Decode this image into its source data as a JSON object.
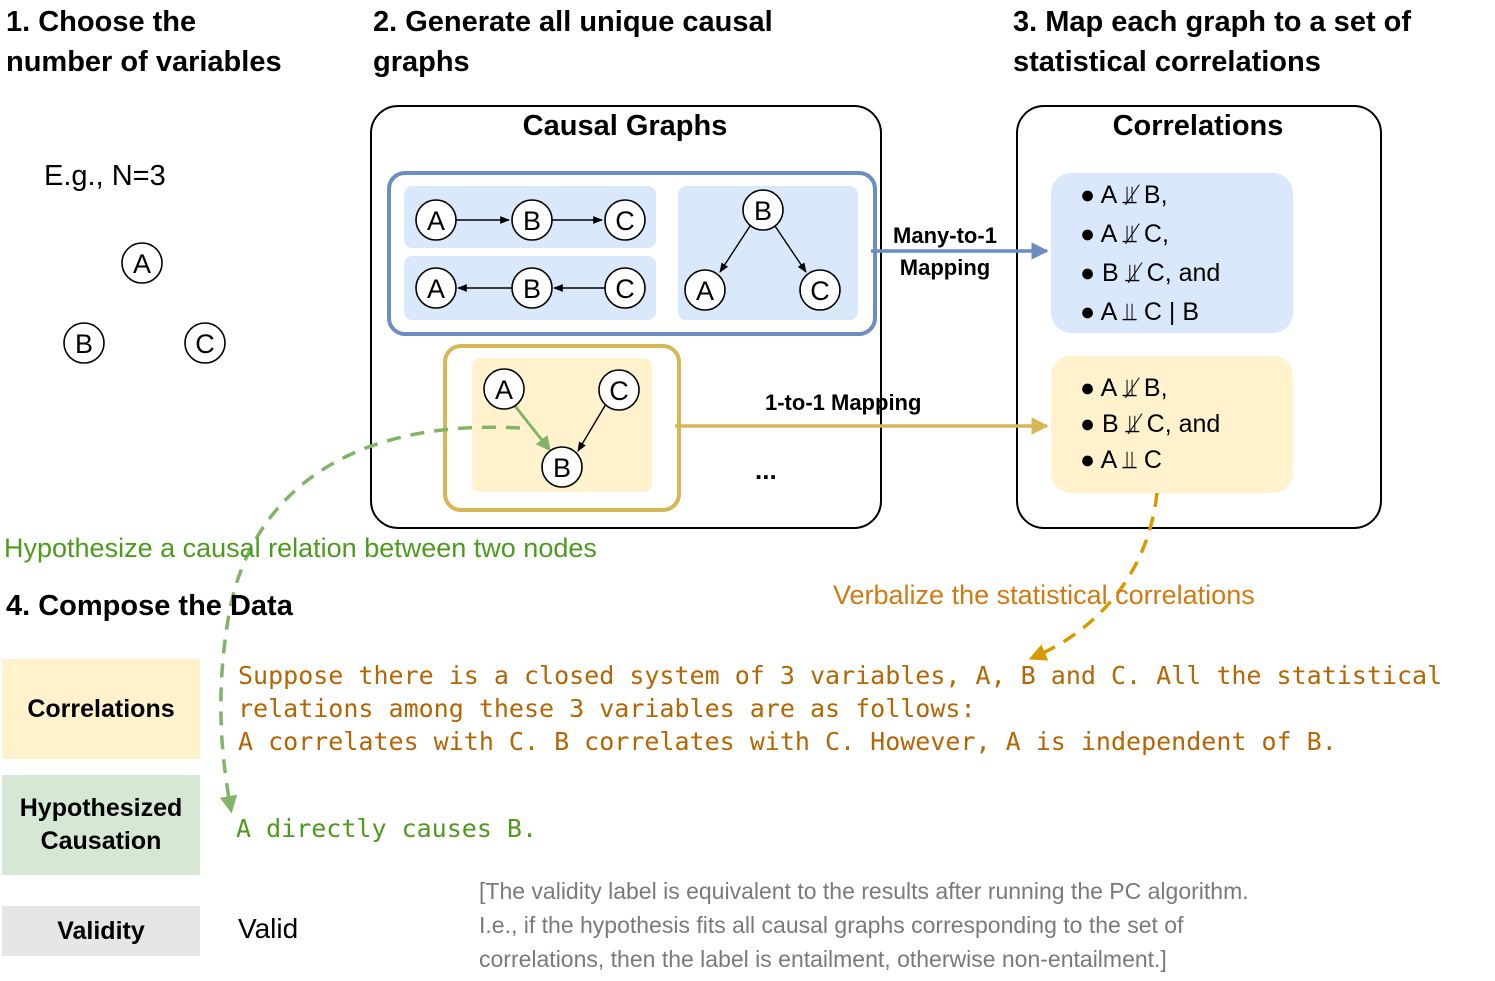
{
  "steps": {
    "s1_line1": "1. Choose the",
    "s1_line2": "number of variables",
    "s2_line1": "2. Generate all unique causal",
    "s2_line2": "graphs",
    "s3_line1": "3. Map each graph to a set of",
    "s3_line2": "statistical correlations",
    "s4": "4. Compose the Data"
  },
  "example": "E.g., N=3",
  "nodes": {
    "a": "A",
    "b": "B",
    "c": "C"
  },
  "causal_box": {
    "title": "Causal Graphs",
    "ellipsis": "..."
  },
  "correlations_box": {
    "title": "Correlations",
    "blue": [
      "● A ⫫̸ B,",
      "● A ⫫̸ C,",
      "● B ⫫̸ C, and",
      "● A ⫫ C | B"
    ],
    "yellow": [
      "● A ⫫̸ B,",
      "● B ⫫̸ C, and",
      "● A ⫫ C"
    ]
  },
  "mappings": {
    "many_line1": "Many-to-1",
    "many_line2": "Mapping",
    "one": "1-to-1 Mapping"
  },
  "annotations": {
    "hypothesize": "Hypothesize a causal relation between two nodes",
    "verbalize": "Verbalize the statistical correlations"
  },
  "compose": {
    "correlations_label": "Correlations",
    "hypo_line1": "Hypothesized",
    "hypo_line2": "Causation",
    "validity_label": "Validity",
    "corr_text_1": "Suppose there is a closed system of 3 variables, A, B and C. All the statistical",
    "corr_text_2": "relations among these 3 variables are as follows:",
    "corr_text_3": "A correlates with C. B correlates with C. However, A is independent of B.",
    "hypo_text": "A directly causes B.",
    "validity_value": "Valid",
    "note_1": "[The validity label is equivalent to the results after running the PC algorithm.",
    "note_2": "I.e., if the hypothesis fits all causal graphs corresponding to the set of",
    "note_3": "correlations, then the label is entailment, otherwise non-entailment.]"
  },
  "colors": {
    "blue_border": "#6c8ebf",
    "blue_fill": "#dae8fc",
    "yellow_border": "#d6b656",
    "yellow_fill": "#fff2cc",
    "green": "#82b366",
    "green_text": "#4d9a1e",
    "orange_text": "#b46504",
    "orange_arrow": "#d79b00",
    "green_fill": "#d5e8d4",
    "gray_fill": "#e6e6e6",
    "gray_text": "#7a7a7a"
  }
}
